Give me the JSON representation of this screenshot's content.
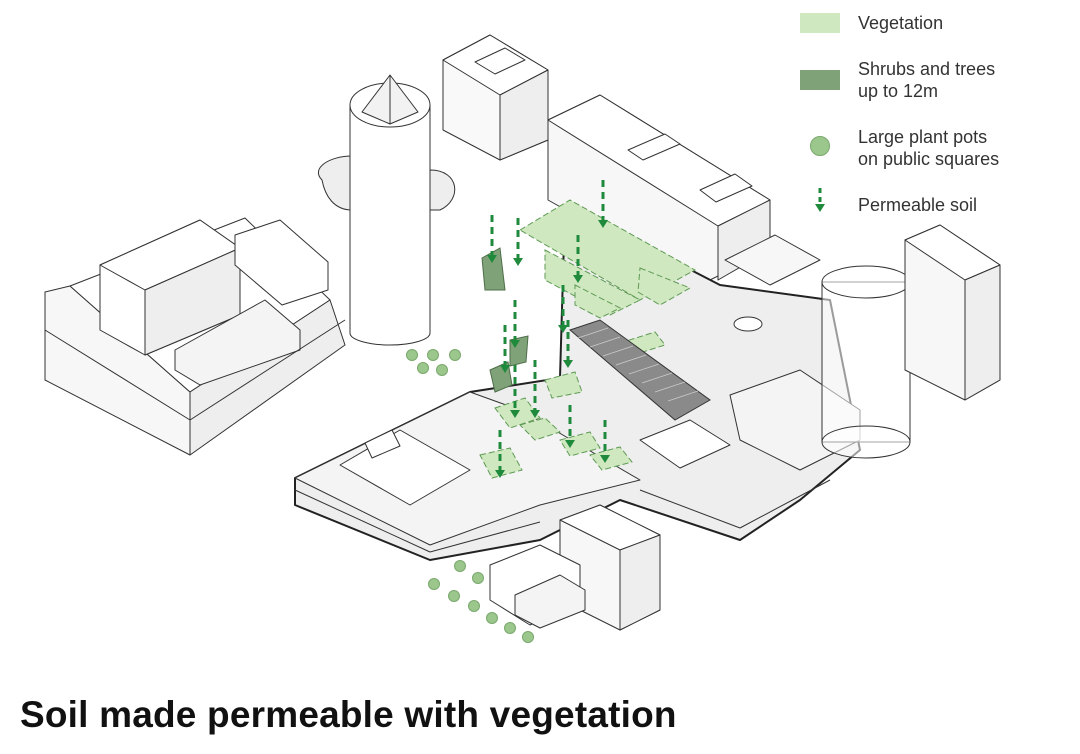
{
  "title": "Soil made permeable with vegetation",
  "legend": [
    {
      "key": "vegetation",
      "label": "Vegetation",
      "icon": "light-green-swatch",
      "color": "#cfe8c0"
    },
    {
      "key": "shrubs",
      "label": "Shrubs and trees\nup to 12m",
      "icon": "dark-green-swatch",
      "color": "#7fa278"
    },
    {
      "key": "pots",
      "label": "Large plant pots\non public squares",
      "icon": "plant-pot-circle",
      "color": "#9bc78c"
    },
    {
      "key": "soil",
      "label": "Permeable soil",
      "icon": "dashed-down-arrow",
      "color": "#1f8a3c"
    }
  ]
}
